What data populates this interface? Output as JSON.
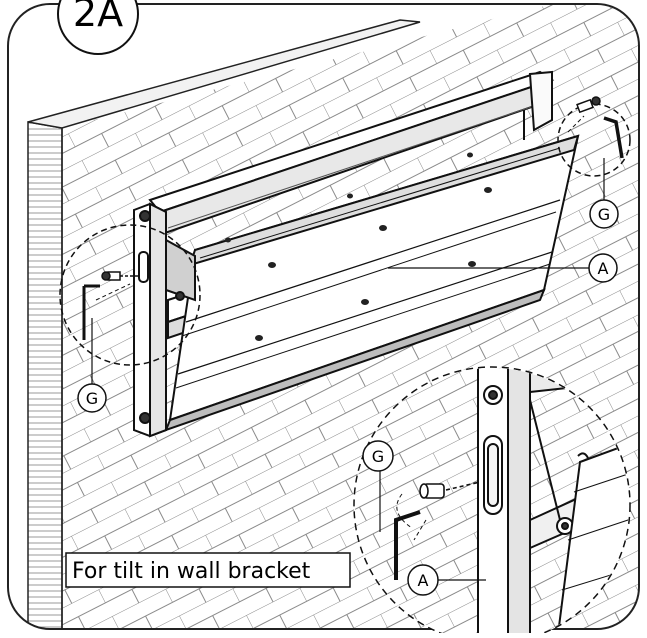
{
  "step": {
    "label": "2A"
  },
  "caption": {
    "text": "For tilt in wall bracket"
  },
  "callouts": {
    "screw_right": "G",
    "screw_left": "G",
    "plate_main": "A",
    "detail_screw": "G",
    "detail_plate": "A"
  },
  "icons": {
    "screw": "screw-icon",
    "hex_key": "allen-key-icon"
  }
}
